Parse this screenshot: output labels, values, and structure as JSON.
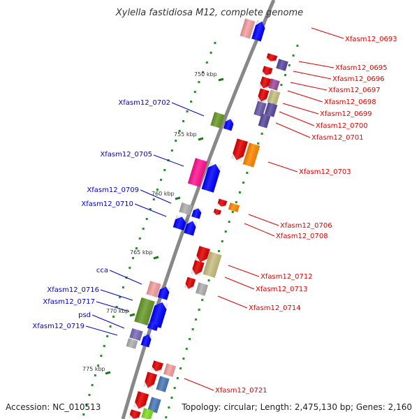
{
  "title": "Xylella fastidiosa M12, complete genome",
  "accession": "Accession: NC_010513",
  "summary": "Topology: circular; Length: 2,475,130 bp; Genes: 2,160",
  "colors": {
    "backbone": "#888888",
    "tick": "#1a7a1a",
    "left_label": "#0000cc",
    "right_label": "#e00000"
  },
  "kbp_ticks": [
    "750 kbp",
    "755 kbp",
    "760 kbp",
    "765 kbp",
    "770 kbp",
    "775 kbp"
  ],
  "left_labels": [
    "Xfasm12_0702",
    "Xfasm12_0705",
    "Xfasm12_0709",
    "Xfasm12_0710",
    "cca",
    "Xfasm12_0716",
    "Xfasm12_0717",
    "psd",
    "Xfasm12_0719"
  ],
  "right_labels": [
    "Xfasm12_0693",
    "Xfasm12_0695",
    "Xfasm12_0696",
    "Xfasm12_0697",
    "Xfasm12_0698",
    "Xfasm12_0699",
    "Xfasm12_0700",
    "Xfasm12_0701",
    "Xfasm12_0703",
    "Xfasm12_0706",
    "Xfasm12_0708",
    "Xfasm12_0712",
    "Xfasm12_0713",
    "Xfasm12_0714",
    "Xfasm12_0721"
  ]
}
